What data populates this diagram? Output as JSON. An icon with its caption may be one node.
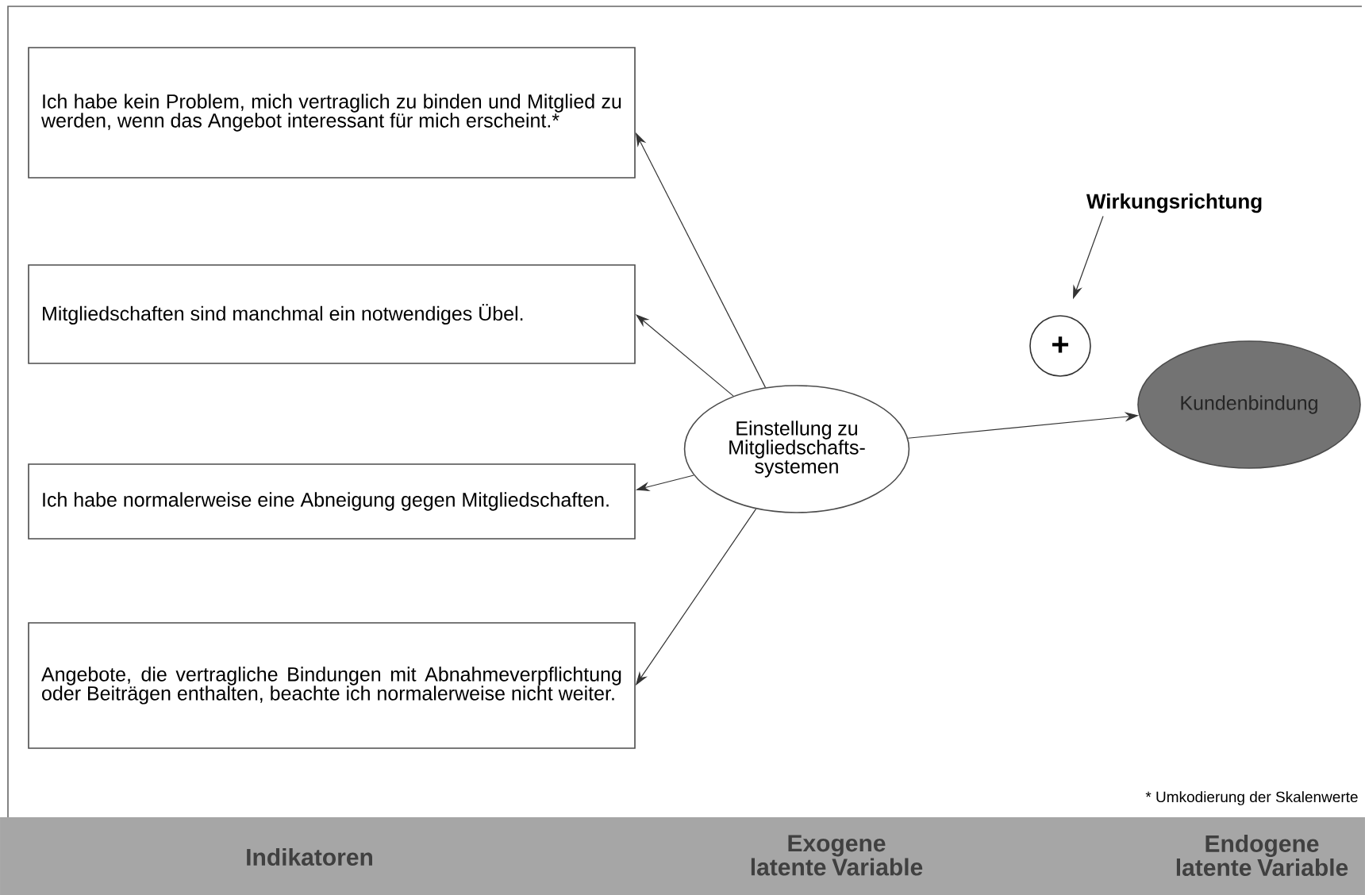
{
  "diagram": {
    "nodes": [
      {
        "text": [
          "Ich habe kein Problem, mich vertraglich zu binden und Mitglied zu werden, wenn das Angebot interessant für mich erscheint.*"
        ]
      },
      {
        "text": [
          "Mitgliedschaften sind manchmal ein notwendiges Übel."
        ]
      },
      {
        "text": [
          "Ich habe normalerweise eine Abneigung gegen Mitgliedschaften."
        ]
      },
      {
        "text": [
          "Angebote, die vertragliche Bindungen mit Abnahmeverpflichtung oder Beiträgen enthalten, beachte ich normalerweise nicht weiter."
        ]
      },
      {
        "text": [
          "Einstellung zu Mitgliedschafts-systemen"
        ]
      },
      {
        "text": [
          "Kundenbindung"
        ]
      },
      {
        "text": [
          "+"
        ]
      },
      {
        "text": [
          "Wirkungsrichtung"
        ]
      }
    ],
    "edges": [
      {
        "from": 4,
        "to": 0,
        "arrow": "to"
      },
      {
        "from": 4,
        "to": 1,
        "arrow": "to"
      },
      {
        "from": 4,
        "to": 2,
        "arrow": "to"
      },
      {
        "from": 4,
        "to": 3,
        "arrow": "to"
      },
      {
        "from": 4,
        "to": 5,
        "arrow": "to"
      },
      {
        "from": 7,
        "to": 6,
        "arrow": "to"
      }
    ],
    "labels": [
      "* Umkodierung der Skalenwerte",
      "Indikatoren",
      "Exogene latente Variable",
      "Endogene latente Variable"
    ]
  }
}
